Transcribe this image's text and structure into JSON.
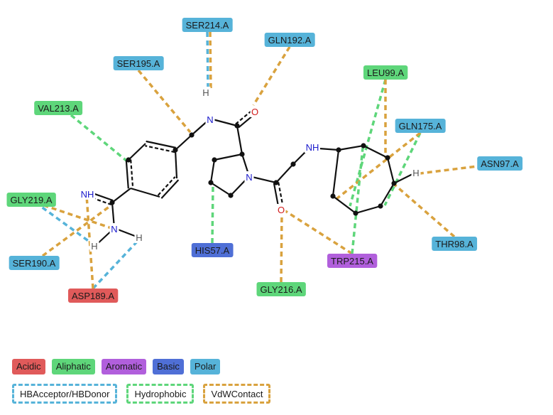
{
  "colors": {
    "Acidic": "#e05a5a",
    "Aliphatic": "#5ed67a",
    "Aromatic": "#b15fdc",
    "Basic": "#4f6fd6",
    "Polar": "#56b3d9",
    "HBAcceptor/HBDonor": "#56b3d9",
    "Hydrophobic": "#5ed67a",
    "VdWContact": "#d9a23e",
    "N": "#1a1acc",
    "O": "#d11a1a",
    "H": "#555555"
  },
  "residues": [
    {
      "name": "SER214.A",
      "category": "Polar"
    },
    {
      "name": "GLN192.A",
      "category": "Polar"
    },
    {
      "name": "SER195.A",
      "category": "Polar"
    },
    {
      "name": "LEU99.A",
      "category": "Aliphatic"
    },
    {
      "name": "VAL213.A",
      "category": "Aliphatic"
    },
    {
      "name": "GLN175.A",
      "category": "Polar"
    },
    {
      "name": "ASN97.A",
      "category": "Polar"
    },
    {
      "name": "GLY219.A",
      "category": "Aliphatic"
    },
    {
      "name": "HIS57.A",
      "category": "Basic"
    },
    {
      "name": "SER190.A",
      "category": "Polar"
    },
    {
      "name": "TRP215.A",
      "category": "Aromatic"
    },
    {
      "name": "THR98.A",
      "category": "Polar"
    },
    {
      "name": "GLY216.A",
      "category": "Aliphatic"
    },
    {
      "name": "ASP189.A",
      "category": "Acidic"
    }
  ],
  "atom_labels": [
    {
      "text": "H",
      "element": "H"
    },
    {
      "text": "N",
      "element": "N"
    },
    {
      "text": "O",
      "element": "O"
    },
    {
      "text": "NH",
      "element": "N"
    },
    {
      "text": "N",
      "element": "N"
    },
    {
      "text": "O",
      "element": "O"
    },
    {
      "text": "NH",
      "element": "N"
    },
    {
      "text": "H",
      "element": "H"
    },
    {
      "text": "N",
      "element": "N"
    },
    {
      "text": "H",
      "element": "H"
    },
    {
      "text": "H",
      "element": "H"
    }
  ],
  "interactions": [
    {
      "from": "SER214.A",
      "to": "ligand H (amide N-H)",
      "type": "HBAcceptor/HBDonor"
    },
    {
      "from": "SER214.A",
      "to": "ligand H (amide N-H)",
      "type": "VdWContact"
    },
    {
      "from": "GLN192.A",
      "to": "ligand O (amide)",
      "type": "VdWContact"
    },
    {
      "from": "SER195.A",
      "to": "ligand benzylic C",
      "type": "VdWContact"
    },
    {
      "from": "VAL213.A",
      "to": "ligand phenyl ring",
      "type": "Hydrophobic"
    },
    {
      "from": "LEU99.A",
      "to": "ligand cycloheptyl",
      "type": "Hydrophobic"
    },
    {
      "from": "LEU99.A",
      "to": "ligand cycloheptyl",
      "type": "VdWContact"
    },
    {
      "from": "GLN175.A",
      "to": "ligand cycloheptyl",
      "type": "Hydrophobic"
    },
    {
      "from": "GLN175.A",
      "to": "ligand cycloheptyl",
      "type": "VdWContact"
    },
    {
      "from": "ASN97.A",
      "to": "ligand cycloheptyl H",
      "type": "VdWContact"
    },
    {
      "from": "THR98.A",
      "to": "ligand cycloheptyl",
      "type": "VdWContact"
    },
    {
      "from": "HIS57.A",
      "to": "ligand pyrrolidine",
      "type": "Hydrophobic"
    },
    {
      "from": "TRP215.A",
      "to": "ligand O (amide)",
      "type": "VdWContact"
    },
    {
      "from": "TRP215.A",
      "to": "ligand cycloheptyl",
      "type": "Hydrophobic"
    },
    {
      "from": "GLY216.A",
      "to": "ligand O (amide)",
      "type": "VdWContact"
    },
    {
      "from": "GLY219.A",
      "to": "ligand amidine",
      "type": "VdWContact"
    },
    {
      "from": "GLY219.A",
      "to": "ligand amidine H",
      "type": "HBAcceptor/HBDonor"
    },
    {
      "from": "SER190.A",
      "to": "ligand amidine",
      "type": "VdWContact"
    },
    {
      "from": "ASP189.A",
      "to": "ligand amidine H",
      "type": "HBAcceptor/HBDonor"
    },
    {
      "from": "ASP189.A",
      "to": "ligand amidine",
      "type": "VdWContact"
    }
  ],
  "legend": {
    "residue_types": [
      "Acidic",
      "Aliphatic",
      "Aromatic",
      "Basic",
      "Polar"
    ],
    "interaction_types": [
      "HBAcceptor/HBDonor",
      "Hydrophobic",
      "VdWContact"
    ]
  }
}
